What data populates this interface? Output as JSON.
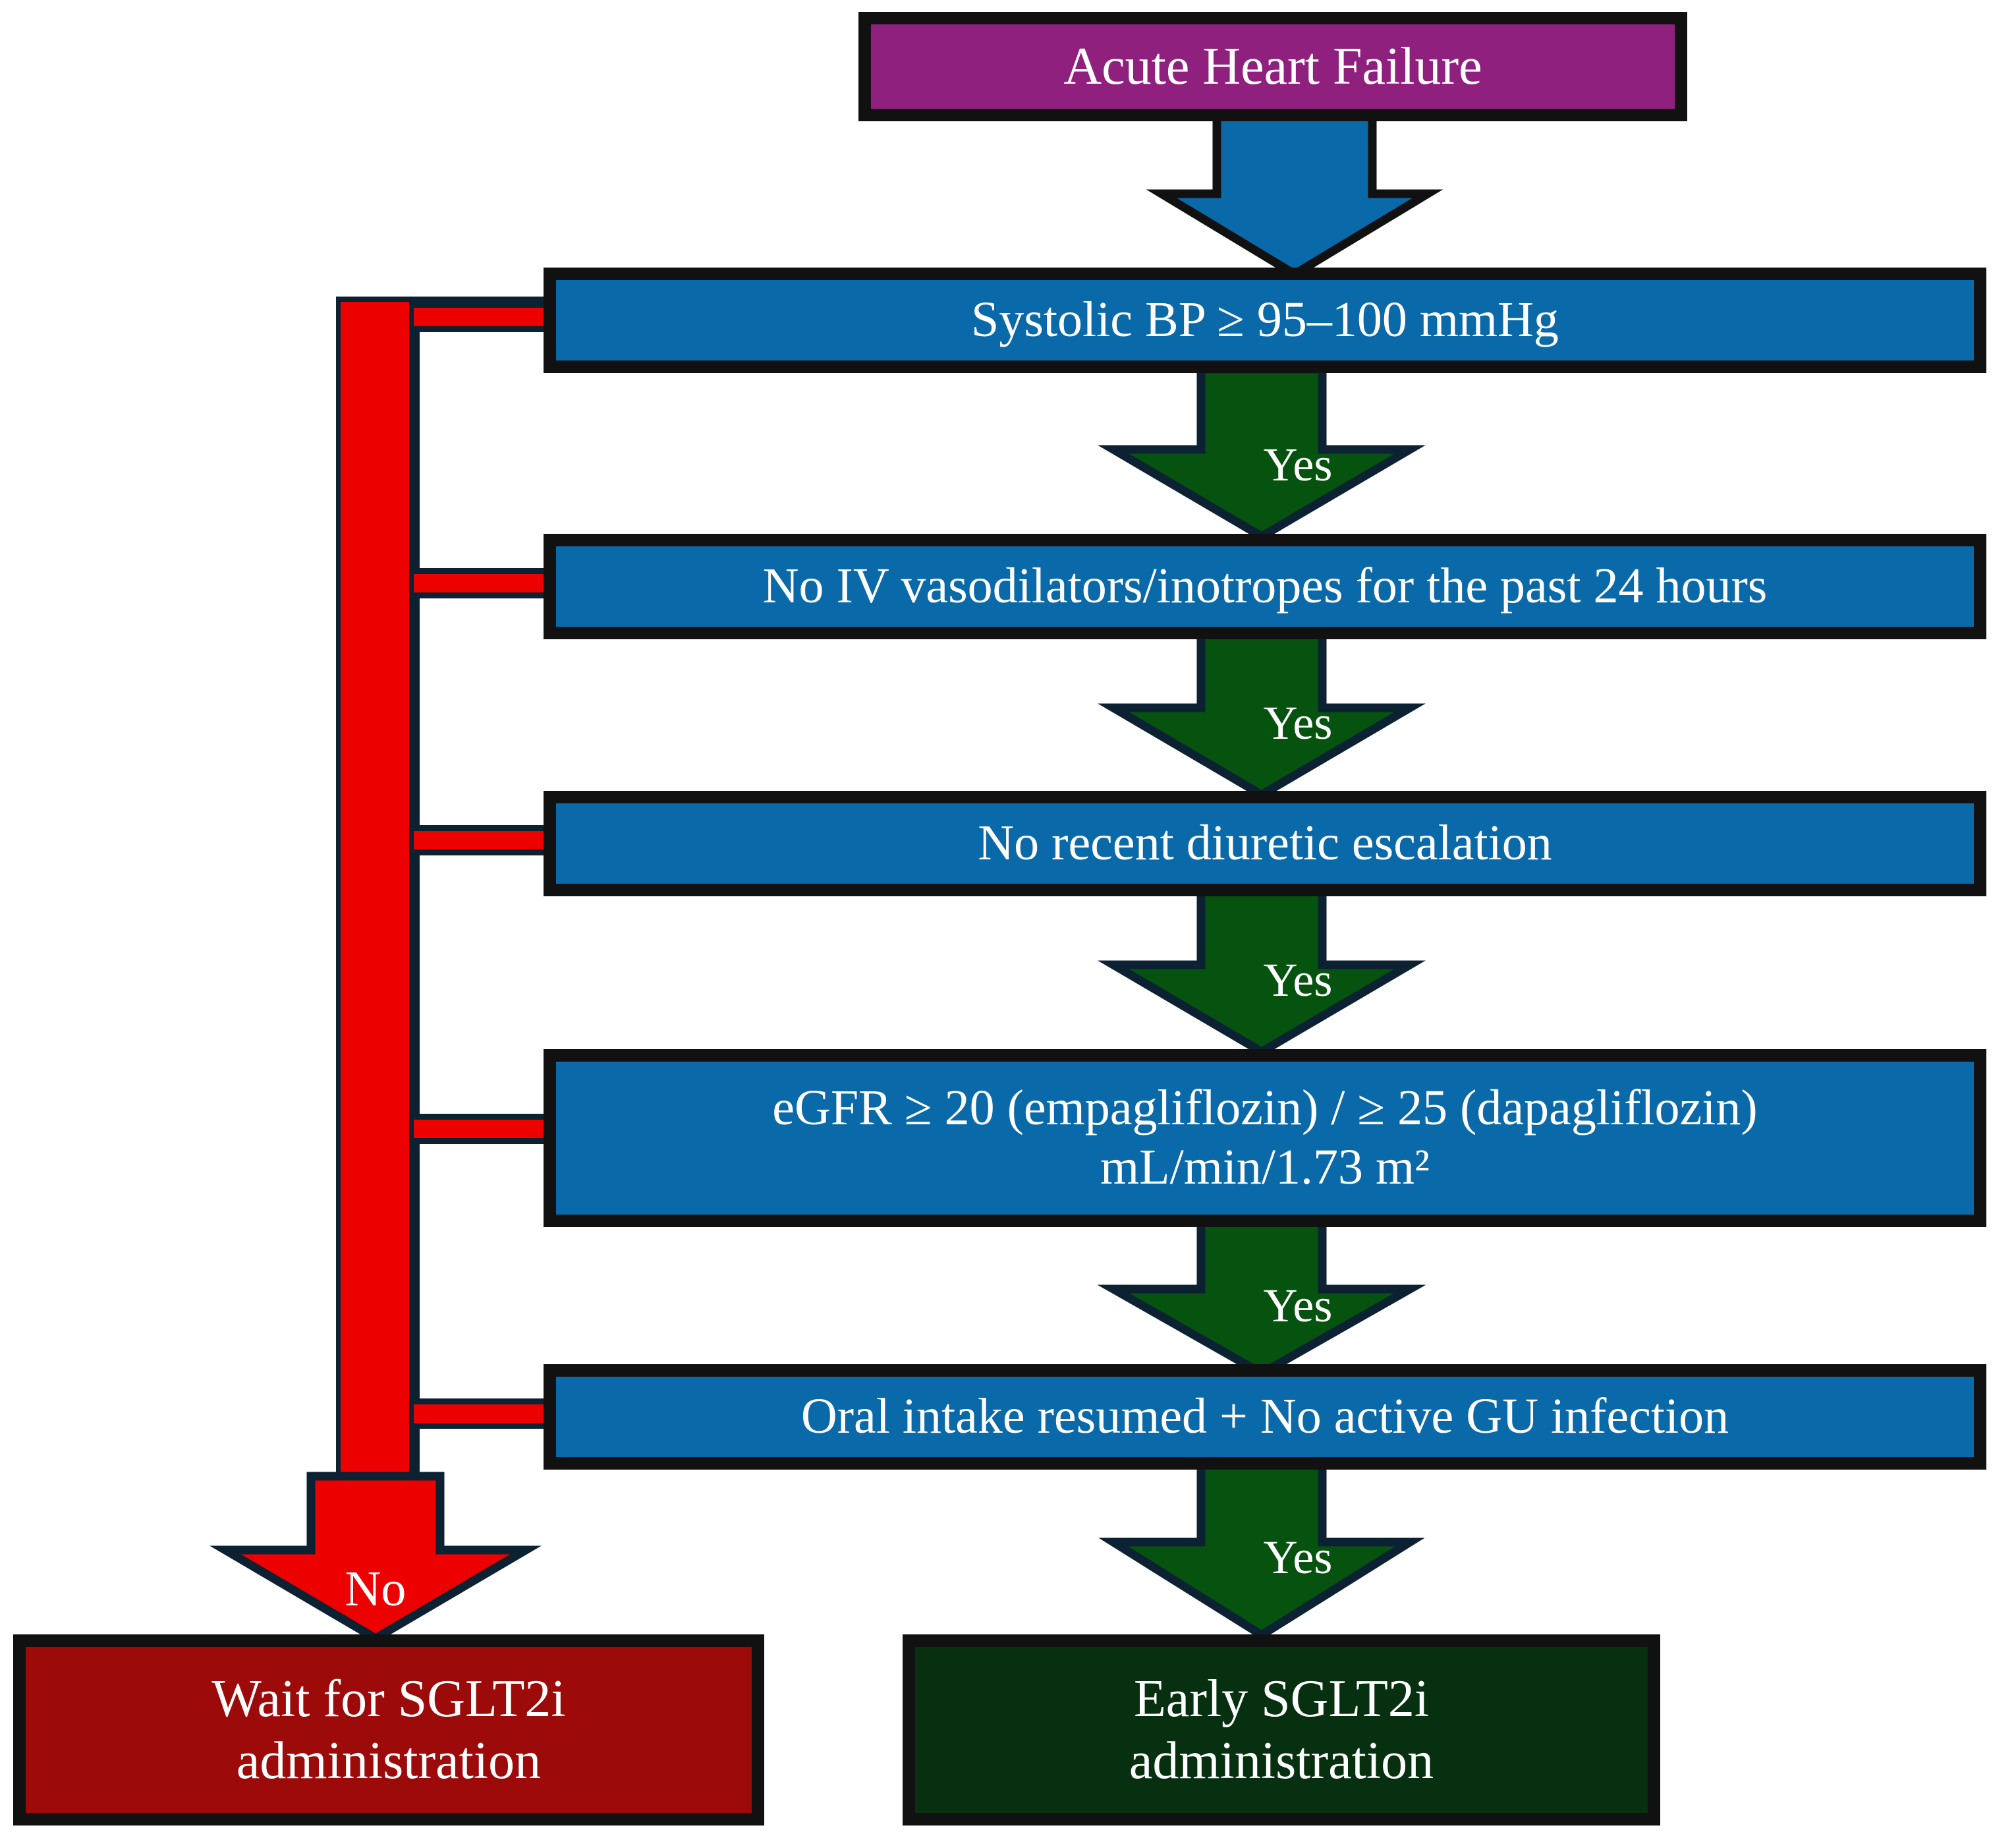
{
  "diagram": {
    "title": "SGLT2i initiation algorithm in acute heart failure",
    "type": "flowchart",
    "colors": {
      "start_box": "#90207e",
      "decision_box": "#0a69a8",
      "yes_arrow": "#06520f",
      "no_arrow": "#ec0000",
      "wait_box": "#9c0a0a",
      "early_box": "#06300f",
      "outline": "#111111",
      "arrow_outline": "#0c2232",
      "text": "#ffffff",
      "background": "#ffffff"
    },
    "nodes": [
      {
        "id": "start",
        "label": "Acute Heart Failure",
        "kind": "start"
      },
      {
        "id": "sbp",
        "label": "Systolic BP ≥ 95–100 mmHg",
        "kind": "decision"
      },
      {
        "id": "ivvaso",
        "label": "No IV vasodilators/inotropes for the past 24 hours",
        "kind": "decision"
      },
      {
        "id": "diur",
        "label": "No recent diuretic escalation",
        "kind": "decision"
      },
      {
        "id": "egfr",
        "label": "eGFR ≥ 20 (empagliflozin) / ≥ 25 (dapagliflozin)\nmL/min/1.73 m²",
        "kind": "decision"
      },
      {
        "id": "oral",
        "label": "Oral intake resumed  +  No active GU infection",
        "kind": "decision"
      },
      {
        "id": "wait",
        "label": "Wait for SGLT2i\nadministration",
        "kind": "terminal-no"
      },
      {
        "id": "early",
        "label": "Early SGLT2i\nadministration",
        "kind": "terminal-yes"
      }
    ],
    "edges": [
      {
        "from": "start",
        "to": "sbp",
        "label": "",
        "color": "#0a69a8"
      },
      {
        "from": "sbp",
        "to": "ivvaso",
        "label": "Yes",
        "color": "#06520f"
      },
      {
        "from": "ivvaso",
        "to": "diur",
        "label": "Yes",
        "color": "#06520f"
      },
      {
        "from": "diur",
        "to": "egfr",
        "label": "Yes",
        "color": "#06520f"
      },
      {
        "from": "egfr",
        "to": "oral",
        "label": "Yes",
        "color": "#06520f"
      },
      {
        "from": "oral",
        "to": "early",
        "label": "Yes",
        "color": "#06520f"
      },
      {
        "from": "sbp",
        "to": "wait",
        "label": "No",
        "color": "#ec0000"
      },
      {
        "from": "ivvaso",
        "to": "wait",
        "label": "No",
        "color": "#ec0000"
      },
      {
        "from": "diur",
        "to": "wait",
        "label": "No",
        "color": "#ec0000"
      },
      {
        "from": "egfr",
        "to": "wait",
        "label": "No",
        "color": "#ec0000"
      },
      {
        "from": "oral",
        "to": "wait",
        "label": "No",
        "color": "#ec0000"
      }
    ],
    "arrow_labels": {
      "yes_1": "Yes",
      "yes_2": "Yes",
      "yes_3": "Yes",
      "yes_4": "Yes",
      "yes_5": "Yes",
      "no": "No"
    }
  }
}
